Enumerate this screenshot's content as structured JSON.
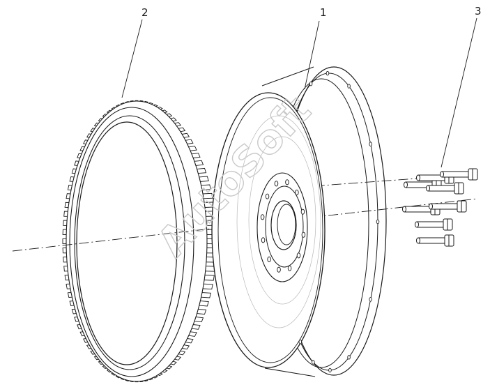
{
  "diagram": {
    "callouts": [
      {
        "label": "1",
        "part": "flywheel"
      },
      {
        "label": "2",
        "part": "ring-gear"
      },
      {
        "label": "3",
        "part": "flywheel-bolts"
      }
    ],
    "watermark": "AutoSoft",
    "gear": {
      "teeth": 96
    },
    "bolt_count": 8,
    "colors": {
      "line": "#1a1a1a",
      "watermark": "#c9c9c9",
      "background": "#ffffff"
    }
  }
}
